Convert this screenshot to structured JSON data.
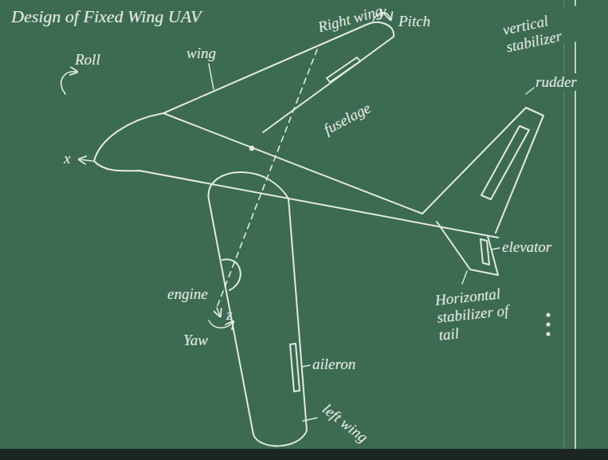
{
  "diagram": {
    "title": "Design of Fixed Wing UAV",
    "labels": [
      "Roll",
      "x",
      "wing",
      "Right wing",
      "y",
      "Pitch",
      "fuselage",
      "vertical stabilizer",
      "rudder",
      "elevator",
      "engine",
      "aileron",
      "Horizontal stabilizer of tail",
      "z",
      "Yaw",
      "left wing"
    ]
  }
}
